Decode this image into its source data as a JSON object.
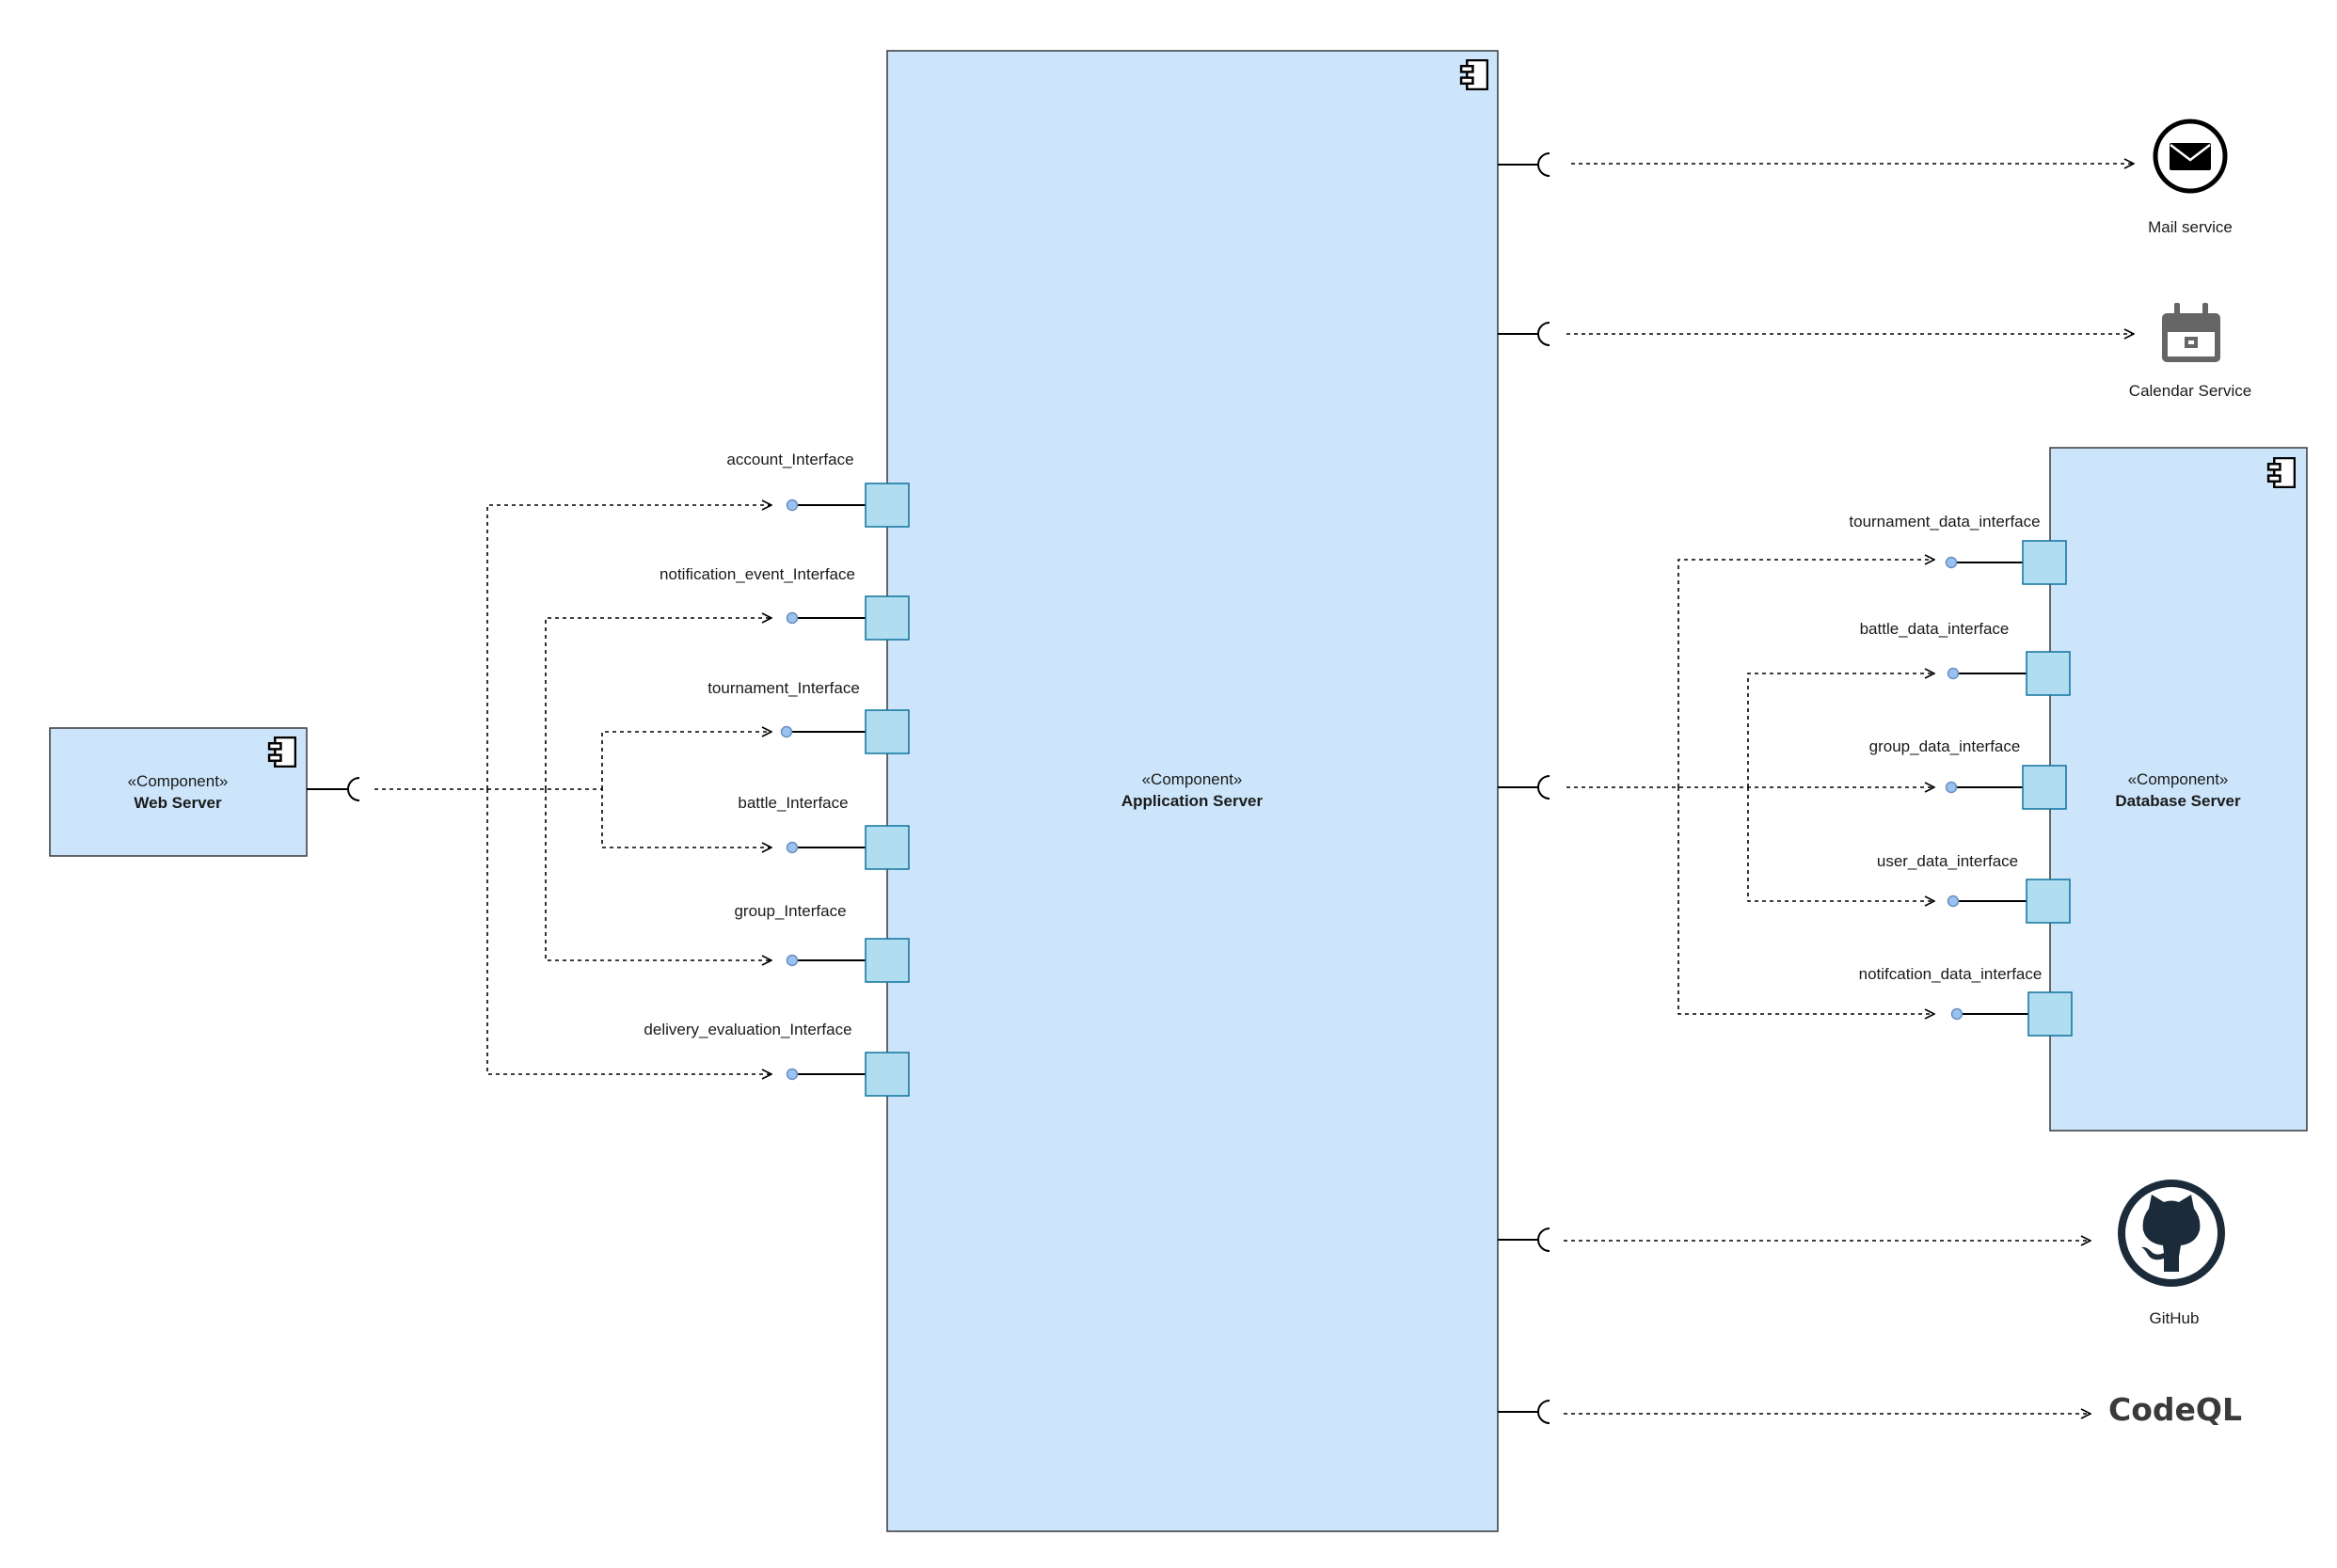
{
  "components": {
    "web_server": {
      "stereotype": "«Component»",
      "name": "Web Server"
    },
    "app_server": {
      "stereotype": "«Component»",
      "name": "Application Server"
    },
    "db_server": {
      "stereotype": "«Component»",
      "name": "Database Server"
    }
  },
  "app_interfaces": [
    "account_Interface",
    "notification_event_Interface",
    "tournament_Interface",
    "battle_Interface",
    "group_Interface",
    "delivery_evaluation_Interface"
  ],
  "db_interfaces": [
    "tournament_data_interface",
    "battle_data_interface",
    "group_data_interface",
    "user_data_interface",
    "notifcation_data_interface"
  ],
  "external_services": {
    "mail": {
      "label": "Mail service",
      "icon": "envelope-icon"
    },
    "calendar": {
      "label": "Calendar Service",
      "icon": "calendar-icon"
    },
    "github": {
      "label": "GitHub",
      "icon": "github-icon"
    },
    "codeql": {
      "label": "CodeQL",
      "icon": "codeql-logo"
    }
  },
  "colors": {
    "component_fill": "#cce5fb",
    "component_stroke": "#36393d",
    "port_fill": "#b1ddf0",
    "port_stroke": "#10739e",
    "lollipop_fill": "#99c2f0",
    "lollipop_stroke": "#6c8ebf",
    "line": "#000000",
    "github": "#1b2b3a",
    "calendar": "#666666"
  }
}
